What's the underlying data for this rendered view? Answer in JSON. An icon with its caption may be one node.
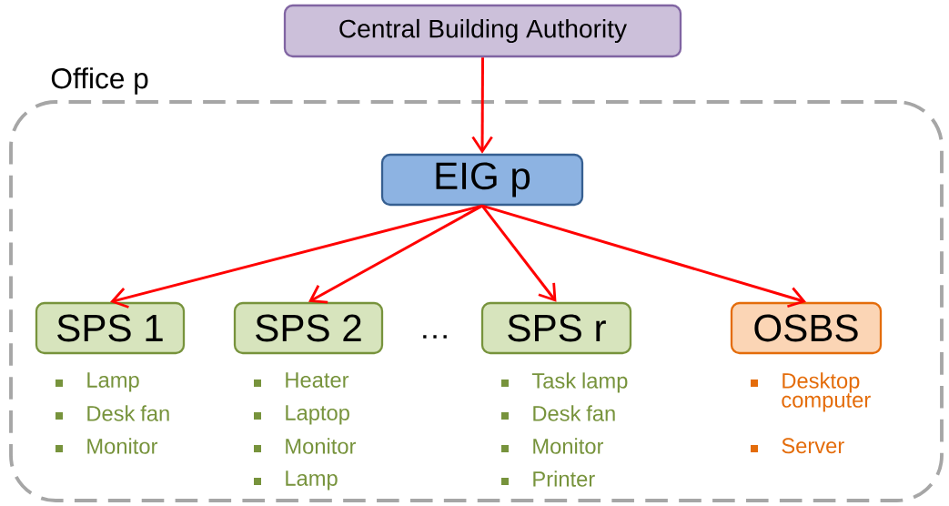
{
  "diagram": {
    "nodes": [
      {
        "text": [
          "Central Building Authority"
        ]
      },
      {
        "text": [
          "Office p"
        ]
      },
      {
        "text": [
          "EIG p"
        ],
        "in": 1
      },
      {
        "text": [
          "SPS 1"
        ],
        "in": 1,
        "beside": [
          "Lamp",
          "Desk fan",
          "Monitor"
        ]
      },
      {
        "text": [
          "SPS 2"
        ],
        "in": 1,
        "beside": [
          "Heater",
          "Laptop",
          "Monitor",
          "Lamp"
        ]
      },
      {
        "text": [
          "SPS r"
        ],
        "in": 1,
        "beside": [
          "Task lamp",
          "Desk fan",
          "Monitor",
          "Printer"
        ]
      },
      {
        "text": [
          "OSBS"
        ],
        "in": 1,
        "beside": [
          "Desktop computer",
          "Server"
        ]
      }
    ],
    "edges": [
      {
        "from": 0,
        "to": 2,
        "arrow": "to"
      },
      {
        "from": 2,
        "to": 3,
        "arrow": "to"
      },
      {
        "from": 2,
        "to": 4,
        "arrow": "to"
      },
      {
        "from": 2,
        "to": 5,
        "arrow": "to"
      },
      {
        "from": 2,
        "to": 6,
        "arrow": "to"
      }
    ],
    "labels": [
      "…"
    ]
  }
}
